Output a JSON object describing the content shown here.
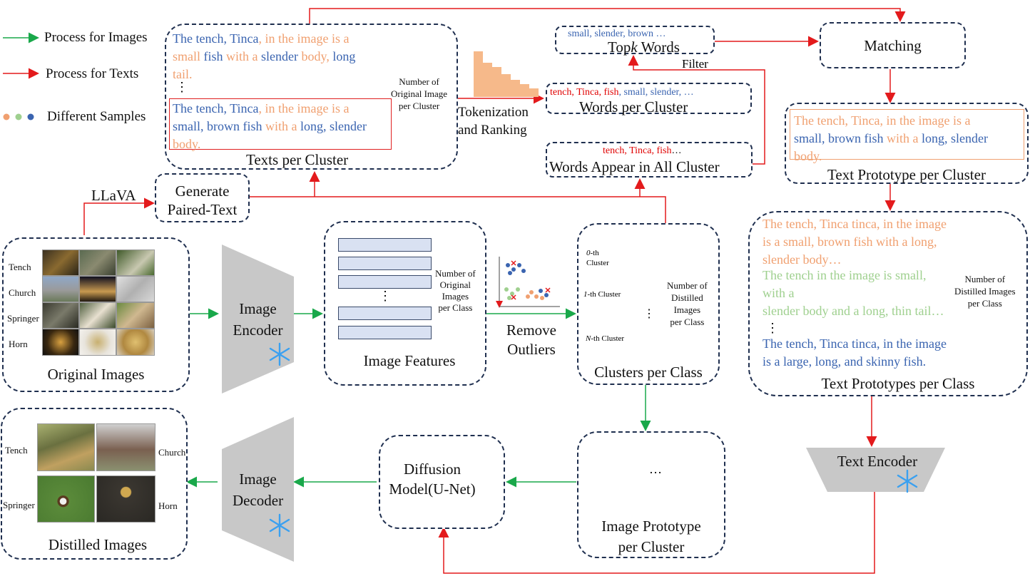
{
  "legend": {
    "images": "Process for Images",
    "texts": "Process for Texts",
    "samples": "Different Samples"
  },
  "texts_cluster": {
    "title": "Texts per Cluster",
    "text1_a": "The tench, Tinca",
    "text1_b": ", in the image is a",
    "text1_c": "small ",
    "text1_d": "fish",
    "text1_e": " with a ",
    "text1_f": "slender",
    "text1_g": " body, ",
    "text1_h": "long",
    "text1_i": "tail.",
    "ellipsis": "⋮",
    "text2_a": "The tench, Tinca",
    "text2_b": ", in the image is a",
    "text2_c": "small, brown fish",
    "text2_d": " with a ",
    "text2_e": "long, slender",
    "text2_f": "body.",
    "side_note_1": "Number of",
    "side_note_2": "Original Image",
    "side_note_3": "per Cluster"
  },
  "tokenization": {
    "line1": "Tokenization",
    "line2": "and Ranking"
  },
  "topk": {
    "top_words": "small, slender, brown …",
    "title_a": "Top",
    "title_k": "k",
    "title_b": " Words"
  },
  "filter": "Filter",
  "words_cluster": {
    "red": "tench, Tinca, fish",
    "blue": ", small, slender, …",
    "title": "Words per Cluster"
  },
  "words_all": {
    "red": "tench, Tinca, fish",
    "rest": "…",
    "title": "Words Appear in All Cluster"
  },
  "matching": "Matching",
  "text_proto": {
    "line1": "The tench, Tinca, in the image is a",
    "line2_a": "small, brown fish",
    "line2_b": " with a ",
    "line2_c": "long, slender",
    "line3": "body.",
    "title": "Text Prototype per Cluster"
  },
  "llava": "LLaVA",
  "generate": {
    "line1": "Generate",
    "line2": "Paired-Text"
  },
  "original": {
    "title": "Original Images",
    "labels": [
      "Tench",
      "Church",
      "Springer",
      "Horn"
    ]
  },
  "encoder": {
    "line1": "Image",
    "line2": "Encoder"
  },
  "features": {
    "title": "Image Features",
    "ellipsis": "⋮",
    "note": [
      "Number of",
      "Original",
      "Images",
      "per Class"
    ]
  },
  "remove": {
    "line1": "Remove",
    "line2": "Outliers"
  },
  "clusters": {
    "title": "Clusters per Class",
    "c0_a": "0",
    "c0_b": "-th",
    "c0_c": "Cluster",
    "c1_a": "1",
    "c1_b": "-th Cluster",
    "cn_a": "N",
    "cn_b": "-th Cluster",
    "ellipsis": "⋮",
    "note": [
      "Number of",
      "Distilled",
      "Images",
      "per Class"
    ]
  },
  "text_protos": {
    "or1": "The tench, Tinca tinca, in the image",
    "or2": "is a small, brown fish with a long,",
    "or3": "slender body…",
    "gr1": "The tench in the image is small,",
    "gr2": "with a",
    "gr3": " slender body and a long, thin tail…",
    "ellipsis": "⋮",
    "bl1": "The tench, Tinca tinca, in the image",
    "bl2": "is a large, long, and skinny fish.",
    "title": "Text Prototypes per Class",
    "note": [
      "Number of",
      "Distilled  Images",
      "per Class"
    ]
  },
  "distilled": {
    "title": "Distilled Images",
    "labels": [
      "Tench",
      "Church",
      "Springer",
      "Horn"
    ]
  },
  "decoder": {
    "line1": "Image",
    "line2": "Decoder"
  },
  "diffusion": {
    "line1": "Diffusion",
    "line2": "Model(U-Net)"
  },
  "img_proto": {
    "ellipsis": "…",
    "line1": "Image Prototype",
    "line2": "per Cluster"
  },
  "text_encoder": "Text Encoder",
  "colors": {
    "green": "#19a84a",
    "red": "#e31a1c",
    "orange": "#f0a070",
    "blue": "#3a64b0",
    "lightgreen": "#9fd08f",
    "navy": "#1f2f4f"
  }
}
